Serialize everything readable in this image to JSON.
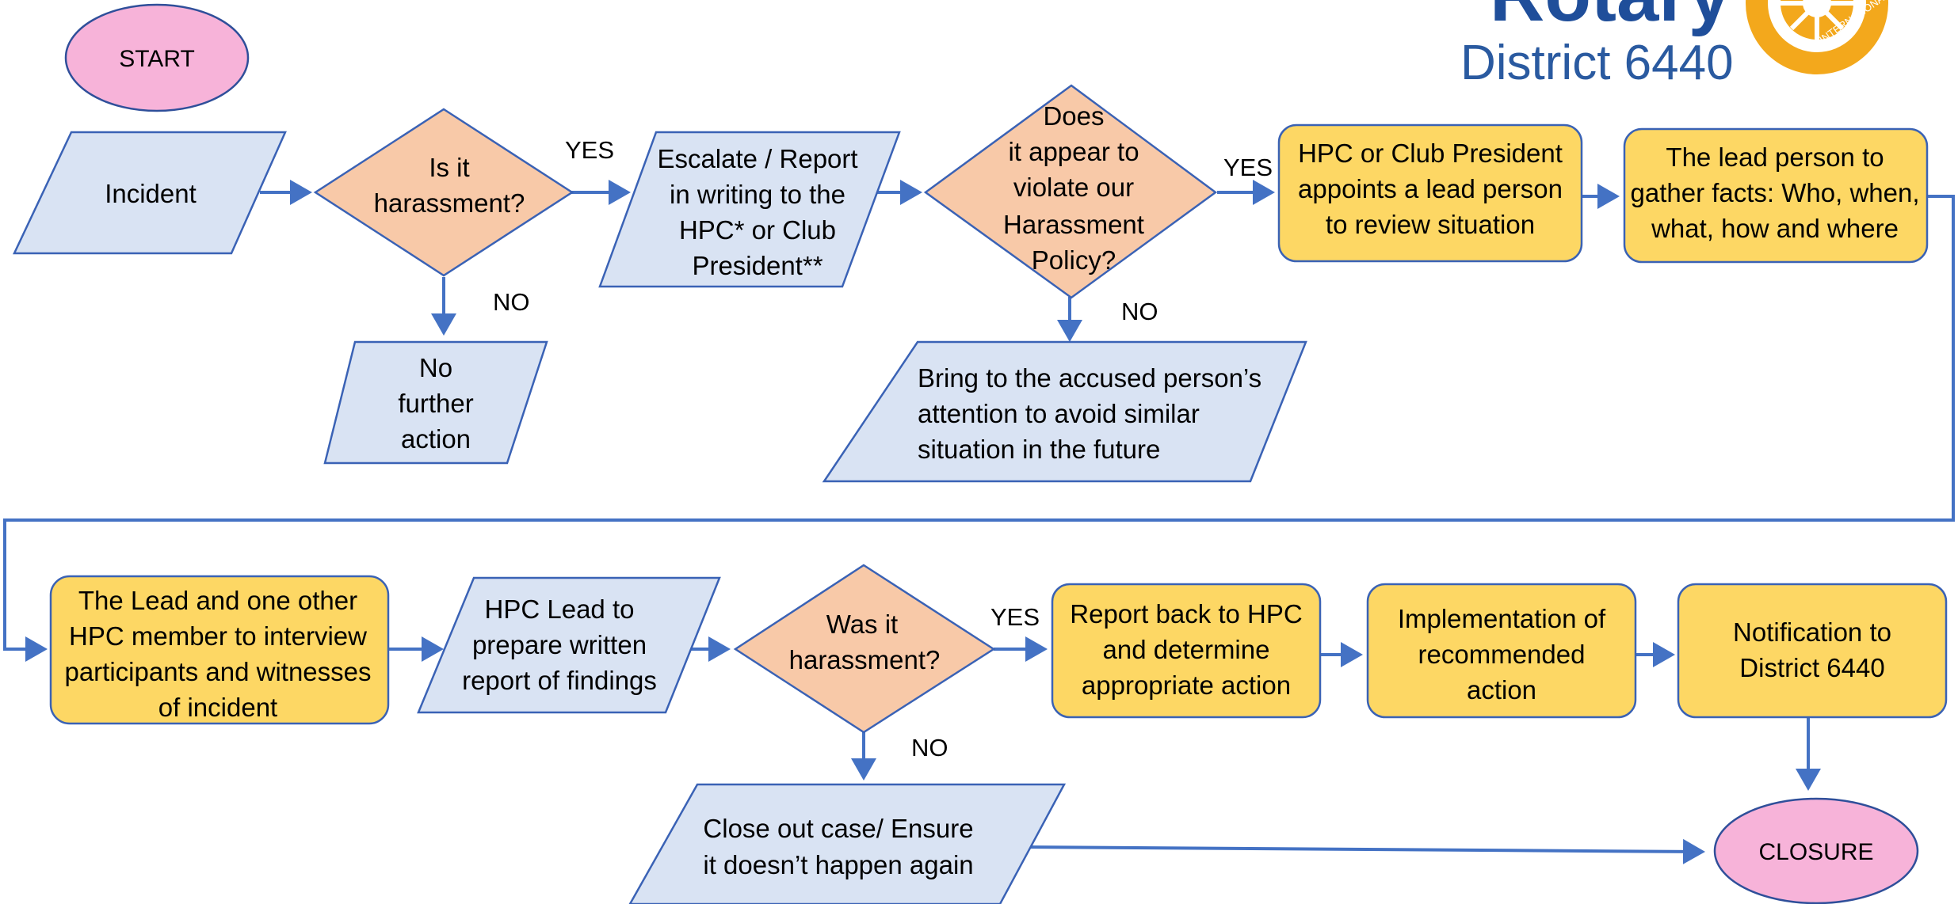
{
  "colors": {
    "terminal_fill": "#f7b3d9",
    "terminal_stroke": "#2f4f9a",
    "io_fill": "#d9e3f3",
    "io_stroke": "#3a62b5",
    "decision_fill": "#f8c9a8",
    "decision_stroke": "#3a62b5",
    "process_fill": "#fdd764",
    "process_stroke": "#3a62b5",
    "arrow": "#4472c4",
    "logo_blue": "#1f4e9a",
    "logo_gold": "#f3a81c"
  },
  "logo": {
    "name": "Rotary",
    "district": "District 6440",
    "wheel_text": "INTERNATIONAL"
  },
  "nodes": {
    "start": {
      "label": [
        "START"
      ]
    },
    "incident": {
      "label": [
        "Incident"
      ]
    },
    "is_harassment": {
      "label": [
        "Is it",
        "harassment?"
      ]
    },
    "no_action": {
      "label": [
        "No",
        "further",
        "action"
      ]
    },
    "escalate": {
      "label": [
        "Escalate / Report",
        "in writing to the",
        "HPC* or Club",
        "President**"
      ]
    },
    "violate_policy": {
      "label": [
        "Does",
        "it appear to",
        "violate our",
        "Harassment",
        "Policy?"
      ]
    },
    "bring_attention": {
      "label": [
        "Bring to the accused person’s",
        "attention to avoid similar",
        "situation in the future"
      ]
    },
    "appoint_lead": {
      "label": [
        "HPC or Club President",
        "appoints a lead person",
        "to review situation"
      ]
    },
    "gather_facts": {
      "label": [
        "The lead person to",
        "gather facts: Who, when,",
        "what, how and where"
      ]
    },
    "interview": {
      "label": [
        "The Lead and one other",
        "HPC member to interview",
        "participants and witnesses",
        "of incident"
      ]
    },
    "written_report": {
      "label": [
        "HPC Lead to",
        "prepare written",
        "report of findings"
      ]
    },
    "was_harassment": {
      "label": [
        "Was it",
        "harassment?"
      ]
    },
    "report_back": {
      "label": [
        "Report back to HPC",
        "and determine",
        "appropriate action"
      ]
    },
    "implementation": {
      "label": [
        "Implementation of",
        "recommended",
        "action"
      ]
    },
    "notification": {
      "label": [
        "Notification to",
        "District 6440"
      ]
    },
    "close_out": {
      "label": [
        "Close out case/ Ensure",
        "it doesn’t happen again"
      ]
    },
    "closure": {
      "label": [
        "CLOSURE"
      ]
    }
  },
  "edge_labels": {
    "yes1": "YES",
    "no1": "NO",
    "yes2": "YES",
    "no2": "NO",
    "yes3": "YES",
    "no3": "NO"
  }
}
